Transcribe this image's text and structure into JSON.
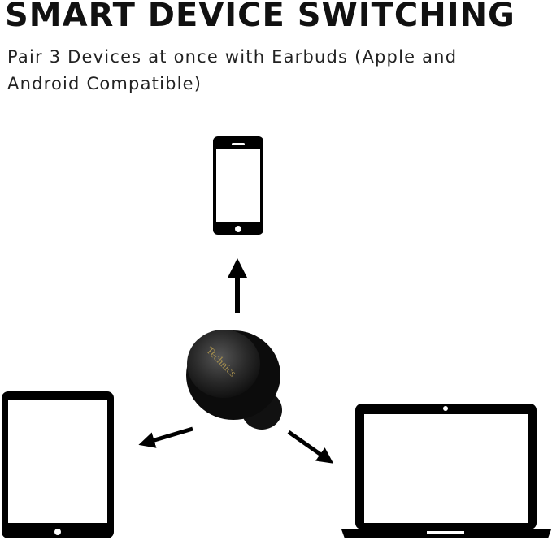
{
  "heading": {
    "title": "SMART DEVICE SWITCHING",
    "subtitle": "Pair 3 Devices at once with Earbuds (Apple and Android Compatible)"
  },
  "earbud": {
    "brand": "Technics",
    "brand_color": "#a8914f"
  },
  "devices": [
    "smartphone-icon",
    "tablet-icon",
    "laptop-icon"
  ]
}
